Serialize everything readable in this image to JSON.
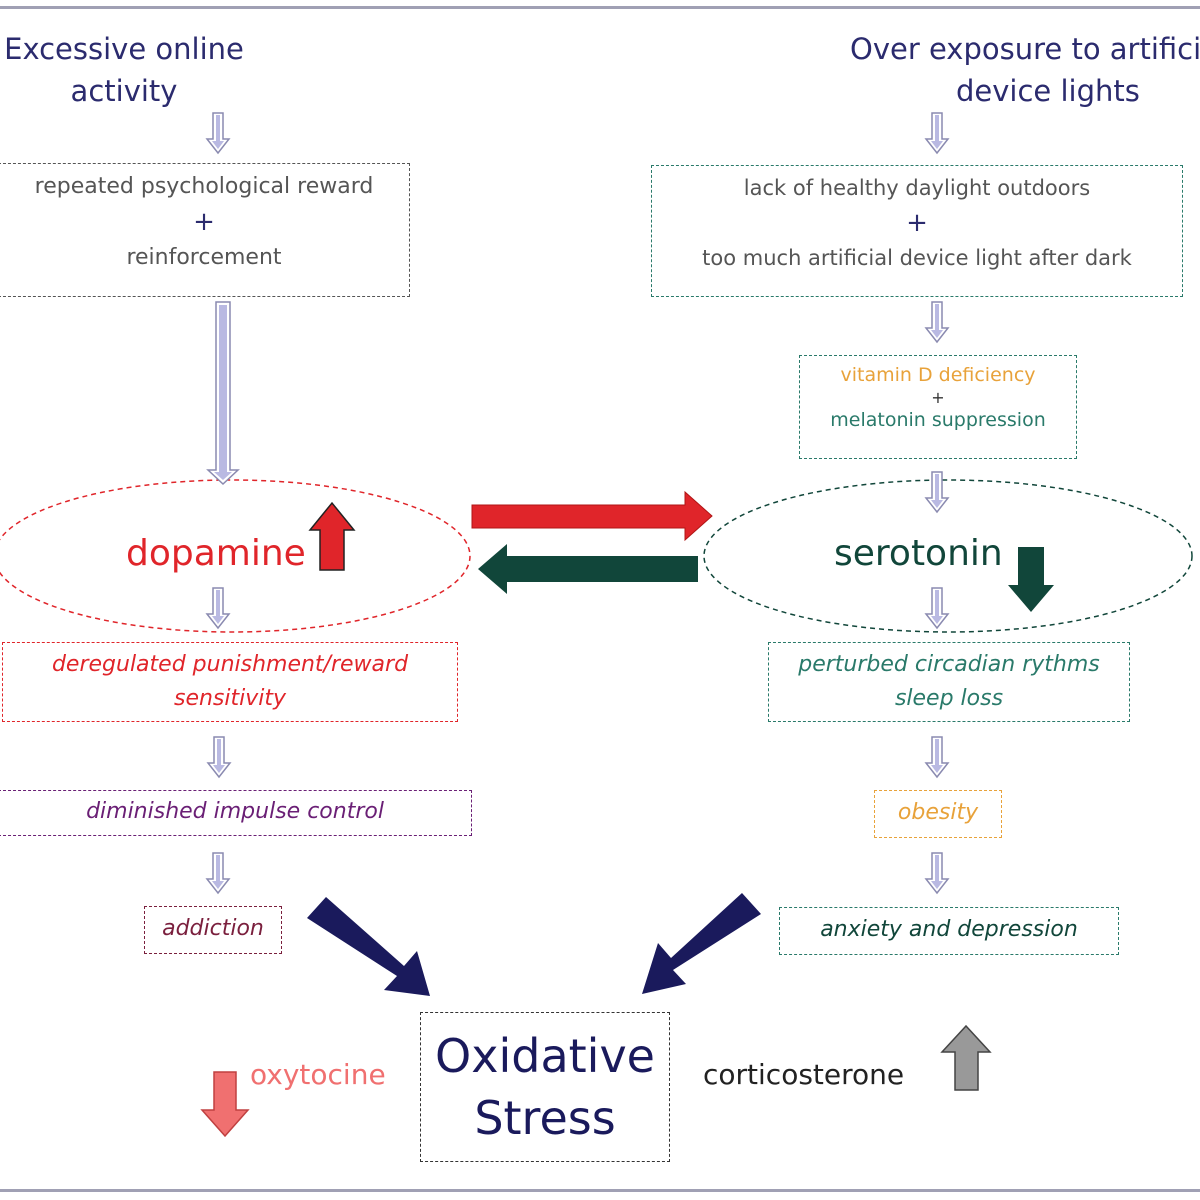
{
  "colors": {
    "navy": "#2b2b6e",
    "gray_text": "#555555",
    "teal": "#2a7a6a",
    "red": "#e0252a",
    "dark_green": "#11463a",
    "orange": "#e8a23a",
    "purple": "#6a1f75",
    "maroon": "#7a1f3d",
    "dark_navy": "#1a1a5c",
    "pink": "#f07070",
    "gray_arrow": "#999999",
    "lavender": "#b9b9e2",
    "frame": "#a0a0b4"
  },
  "left": {
    "title_line1": "Excessive online",
    "title_line2": "activity",
    "box1_line1": "repeated psychological reward",
    "box1_plus": "+",
    "box1_line2": "reinforcement",
    "neuro": "dopamine",
    "box2_line1": "deregulated punishment/reward",
    "box2_line2": "sensitivity",
    "box3": "diminished impulse control",
    "box4": "addiction"
  },
  "right": {
    "title_line1": "Over exposure to artificial",
    "title_line2": "device lights",
    "box1_line1": "lack of healthy daylight outdoors",
    "box1_plus": "+",
    "box1_line2": "too much artificial device light after dark",
    "box2_line1": "vitamin D deficiency",
    "box2_plus": "+",
    "box2_line2": "melatonin suppression",
    "neuro": "serotonin",
    "box3_line1": "perturbed circadian rythms",
    "box3_line2": "sleep loss",
    "box4": "obesity",
    "box5": "anxiety and depression"
  },
  "bottom": {
    "center_line1": "Oxidative",
    "center_line2": "Stress",
    "oxytocine": "oxytocine",
    "corticosterone": "corticosterone"
  },
  "icons": {
    "flow_arrow": "double-line-down-arrow-icon",
    "up": "up-arrow-icon",
    "down": "down-arrow-icon"
  }
}
